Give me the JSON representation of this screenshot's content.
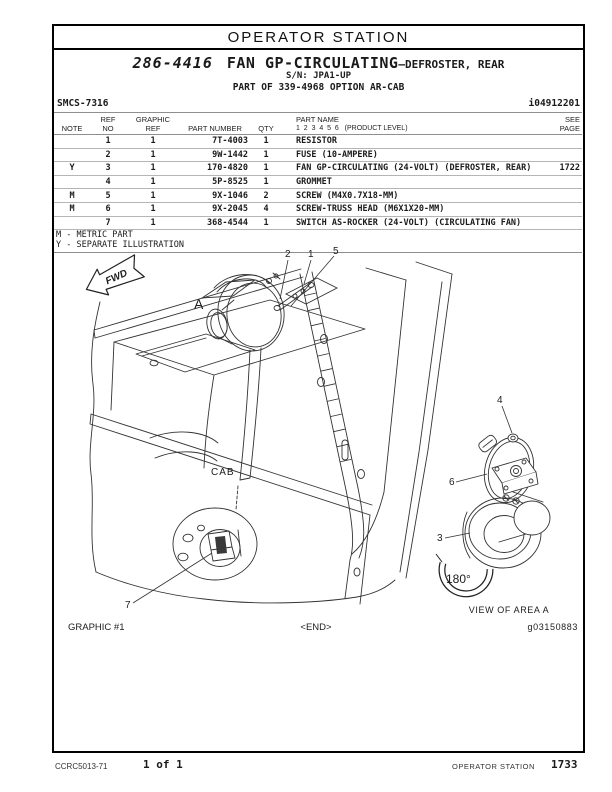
{
  "colors": {
    "ink": "#1a1a1a",
    "border": "#000000",
    "table_line": "#8f8f8f",
    "sketch": "#333333"
  },
  "page": {
    "header": "OPERATOR STATION",
    "part_number": "286-4416",
    "title": "FAN GP-CIRCULATING",
    "title_suffix": "–DEFROSTER, REAR",
    "serial": "S/N: JPA1-UP",
    "part_of": "PART OF 339-4968 OPTION AR-CAB",
    "smcs": "SMCS-7316",
    "doc_id": "i04912201"
  },
  "table": {
    "headers": {
      "note": "NOTE",
      "ref_1": "REF",
      "ref_2": "NO",
      "graphic_1": "GRAPHIC",
      "graphic_2": "REF",
      "part_number": "PART NUMBER",
      "qty": "QTY",
      "part_name_1": "PART NAME",
      "part_name_2": "1  2  3  4  5  6   (PRODUCT LEVEL)",
      "see_1": "SEE",
      "see_2": "PAGE"
    },
    "rows": [
      {
        "note": "",
        "ref": "1",
        "graphic": "1",
        "part_number": "7T-4003",
        "qty": "1",
        "part_name": "RESISTOR",
        "see_page": ""
      },
      {
        "note": "",
        "ref": "2",
        "graphic": "1",
        "part_number": "9W-1442",
        "qty": "1",
        "part_name": "FUSE (10-AMPERE)",
        "see_page": ""
      },
      {
        "note": "Y",
        "ref": "3",
        "graphic": "1",
        "part_number": "170-4820",
        "qty": "1",
        "part_name": "FAN GP-CIRCULATING (24-VOLT) (DEFROSTER, REAR)",
        "see_page": "1722"
      },
      {
        "note": "",
        "ref": "4",
        "graphic": "1",
        "part_number": "5P-8525",
        "qty": "1",
        "part_name": "GROMMET",
        "see_page": ""
      },
      {
        "note": "M",
        "ref": "5",
        "graphic": "1",
        "part_number": "9X-1046",
        "qty": "2",
        "part_name": "SCREW (M4X0.7X18-MM)",
        "see_page": ""
      },
      {
        "note": "M",
        "ref": "6",
        "graphic": "1",
        "part_number": "9X-2045",
        "qty": "4",
        "part_name": "SCREW-TRUSS HEAD (M6X1X20-MM)",
        "see_page": ""
      },
      {
        "note": "",
        "ref": "7",
        "graphic": "1",
        "part_number": "368-4544",
        "qty": "1",
        "part_name": "SWITCH AS-ROCKER (24-VOLT) (CIRCULATING FAN)",
        "see_page": ""
      }
    ],
    "footnotes": [
      "M - METRIC PART",
      "Y - SEPARATE ILLUSTRATION"
    ]
  },
  "diagram": {
    "fwd_label": "FWD",
    "area_label": "A",
    "cab_label": "CAB",
    "labels": {
      "n1": "1",
      "n2": "2",
      "n3": "3",
      "n4": "4",
      "n5": "5",
      "n6": "6",
      "n7": "7"
    },
    "rotation_label": "180°",
    "view_caption": "VIEW OF AREA  A",
    "graphic_label": "GRAPHIC #1",
    "end_label": "<END>",
    "image_id": "g03150883"
  },
  "footer": {
    "doc_code": "CCRC5013-71",
    "page_count": "1 of 1",
    "section": "OPERATOR STATION",
    "page_number": "1733"
  }
}
